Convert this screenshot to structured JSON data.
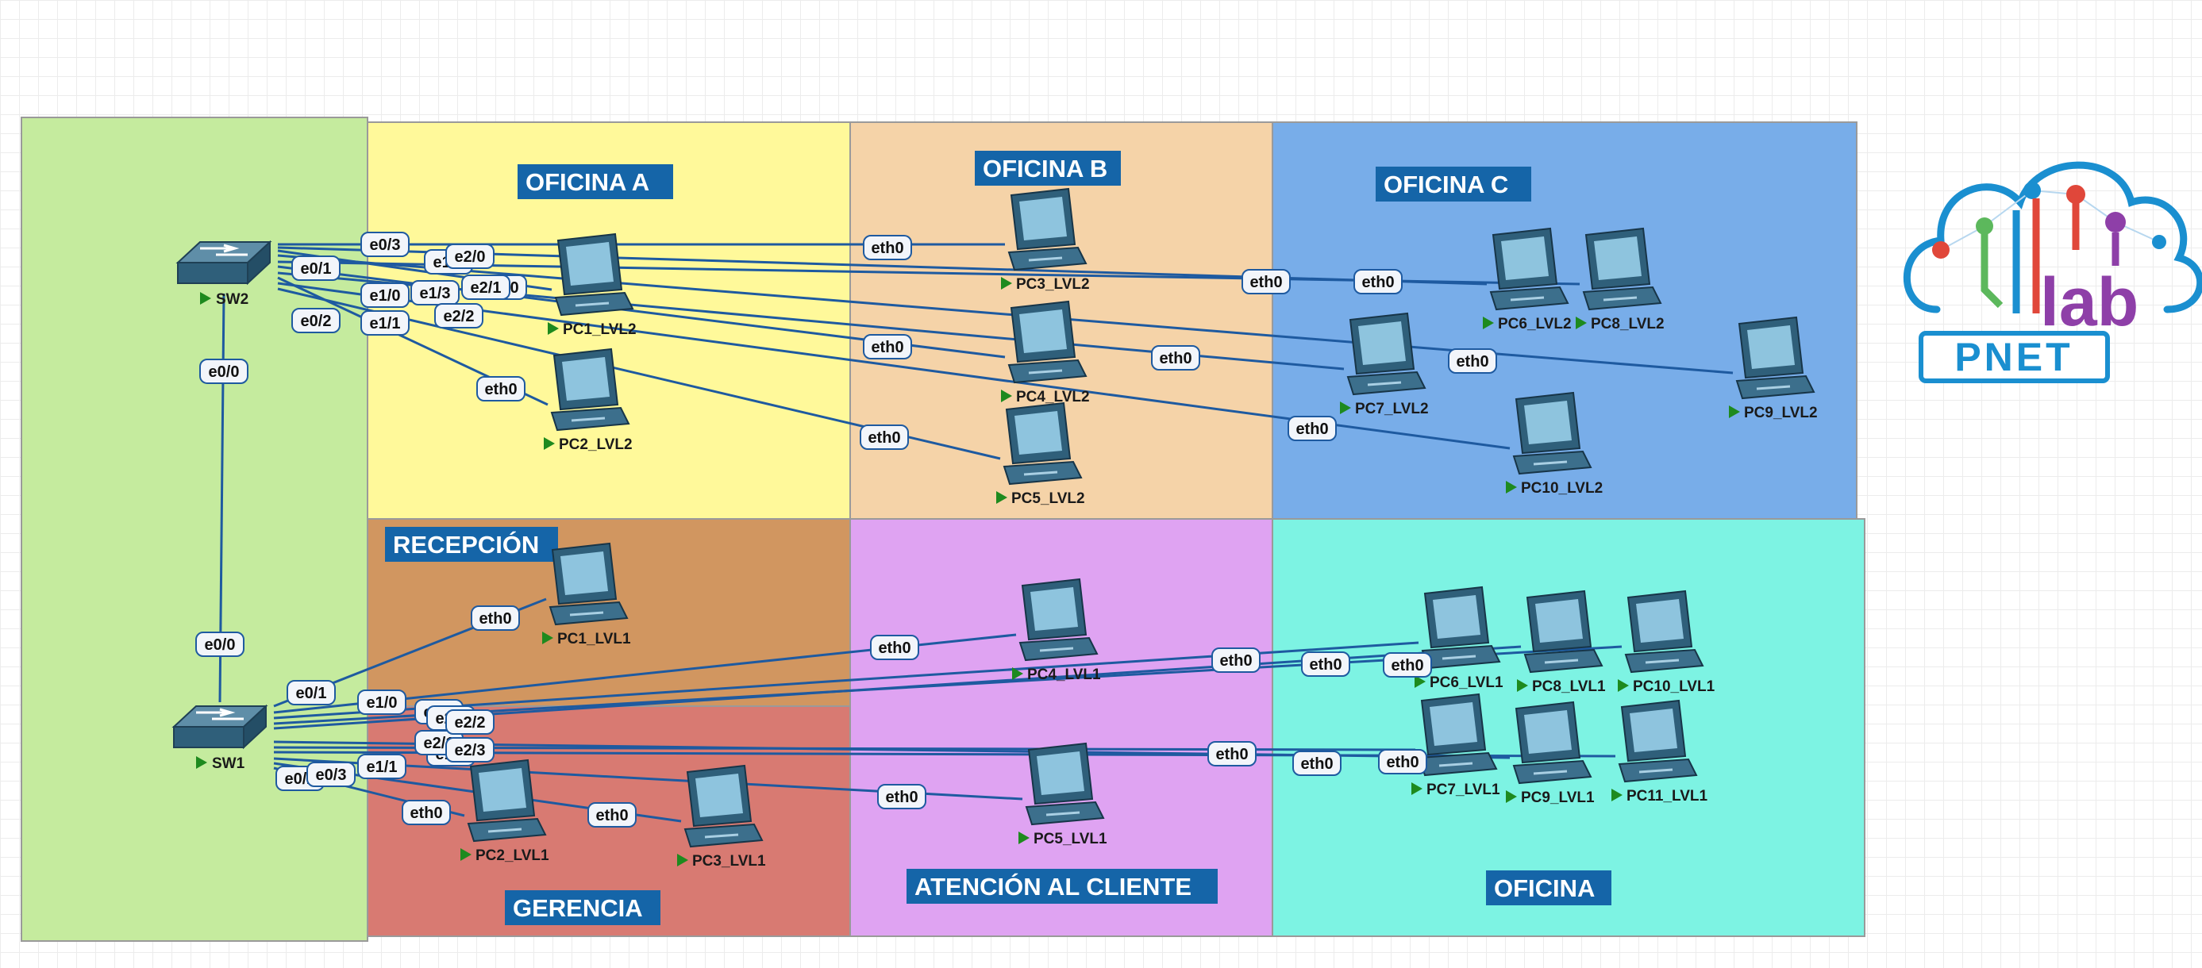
{
  "zones": [
    {
      "id": "sw",
      "label": "",
      "fill": "#c5eb9e"
    },
    {
      "id": "oficina_a",
      "label": "OFICINA A",
      "fill": "#fff99a"
    },
    {
      "id": "oficina_b",
      "label": "OFICINA B",
      "fill": "#f5d3a8"
    },
    {
      "id": "oficina_c",
      "label": "OFICINA  C",
      "fill": "#78ade9"
    },
    {
      "id": "recepcion",
      "label": "RECEPCIÓN",
      "fill": "#d19660"
    },
    {
      "id": "gerencia",
      "label": "GERENCIA",
      "fill": "#d87a72"
    },
    {
      "id": "atencion",
      "label": "ATENCIÓN AL CLIENTE",
      "fill": "#dfa3f2"
    },
    {
      "id": "oficina",
      "label": "OFICINA",
      "fill": "#7df3e3"
    }
  ],
  "switches": [
    {
      "id": "SW2",
      "name": "SW2"
    },
    {
      "id": "SW1",
      "name": "SW1"
    }
  ],
  "pcs": [
    {
      "id": "PC1_LVL2",
      "name": "PC1_LVL2"
    },
    {
      "id": "PC2_LVL2",
      "name": "PC2_LVL2"
    },
    {
      "id": "PC3_LVL2",
      "name": "PC3_LVL2"
    },
    {
      "id": "PC4_LVL2",
      "name": "PC4_LVL2"
    },
    {
      "id": "PC5_LVL2",
      "name": "PC5_LVL2"
    },
    {
      "id": "PC6_LVL2",
      "name": "PC6_LVL2"
    },
    {
      "id": "PC7_LVL2",
      "name": "PC7_LVL2"
    },
    {
      "id": "PC8_LVL2",
      "name": "PC8_LVL2"
    },
    {
      "id": "PC9_LVL2",
      "name": "PC9_LVL2"
    },
    {
      "id": "PC10_LVL2",
      "name": "PC10_LVL2"
    },
    {
      "id": "PC1_LVL1",
      "name": "PC1_LVL1"
    },
    {
      "id": "PC2_LVL1",
      "name": "PC2_LVL1"
    },
    {
      "id": "PC3_LVL1",
      "name": "PC3_LVL1"
    },
    {
      "id": "PC4_LVL1",
      "name": "PC4_LVL1"
    },
    {
      "id": "PC5_LVL1",
      "name": "PC5_LVL1"
    },
    {
      "id": "PC6_LVL1",
      "name": "PC6_LVL1"
    },
    {
      "id": "PC7_LVL1",
      "name": "PC7_LVL1"
    },
    {
      "id": "PC8_LVL1",
      "name": "PC8_LVL1"
    },
    {
      "id": "PC9_LVL1",
      "name": "PC9_LVL1"
    },
    {
      "id": "PC10_LVL1",
      "name": "PC10_LVL1"
    },
    {
      "id": "PC11_LVL1",
      "name": "PC11_LVL1"
    }
  ],
  "links": [
    {
      "a": "SW2",
      "b": "SW1",
      "port_a": "e0/0",
      "port_b": "e0/0"
    },
    {
      "a": "SW2",
      "b": "PC1_LVL2",
      "port_a": "e1/2",
      "port_b": "eth0"
    },
    {
      "a": "SW2",
      "b": "PC2_LVL2",
      "port_a": "e0/2",
      "port_b": "eth0"
    },
    {
      "a": "SW2",
      "b": "PC3_LVL2",
      "port_a": "e0/3",
      "port_b": "eth0"
    },
    {
      "a": "SW2",
      "b": "PC4_LVL2",
      "port_a": "e1/0",
      "port_b": "eth0"
    },
    {
      "a": "SW2",
      "b": "PC5_LVL2",
      "port_a": "e1/1",
      "port_b": "eth0"
    },
    {
      "a": "SW2",
      "b": "PC6_LVL2",
      "port_a": "e2/0",
      "port_b": "eth0"
    },
    {
      "a": "SW2",
      "b": "PC7_LVL2",
      "port_a": "e1/3",
      "port_b": "eth0"
    },
    {
      "a": "SW2",
      "b": "PC8_LVL2",
      "port_a": "e2/1",
      "port_b": "eth0"
    },
    {
      "a": "SW2",
      "b": "PC9_LVL2",
      "port_a": "e0/1",
      "port_b": "eth0"
    },
    {
      "a": "SW2",
      "b": "PC10_LVL2",
      "port_a": "e2/2",
      "port_b": "eth0"
    },
    {
      "a": "SW1",
      "b": "PC1_LVL1",
      "port_a": "e0/1",
      "port_b": "eth0"
    },
    {
      "a": "SW1",
      "b": "PC2_LVL1",
      "port_a": "e0/2",
      "port_b": "eth0"
    },
    {
      "a": "SW1",
      "b": "PC3_LVL1",
      "port_a": "e0/3",
      "port_b": "eth0"
    },
    {
      "a": "SW1",
      "b": "PC4_LVL1",
      "port_a": "e1/0",
      "port_b": "eth0"
    },
    {
      "a": "SW1",
      "b": "PC5_LVL1",
      "port_a": "e1/1",
      "port_b": "eth0"
    },
    {
      "a": "SW1",
      "b": "PC6_LVL1",
      "port_a": "e1/2",
      "port_b": "eth0"
    },
    {
      "a": "SW1",
      "b": "PC7_LVL1",
      "port_a": "e1/3",
      "port_b": "eth0"
    },
    {
      "a": "SW1",
      "b": "PC8_LVL1",
      "port_a": "e2/0",
      "port_b": "eth0"
    },
    {
      "a": "SW1",
      "b": "PC9_LVL1",
      "port_a": "e2/1",
      "port_b": "eth0"
    },
    {
      "a": "SW1",
      "b": "PC10_LVL1",
      "port_a": "e2/2",
      "port_b": "eth0"
    },
    {
      "a": "SW1",
      "b": "PC11_LVL1",
      "port_a": "e2/3",
      "port_b": "eth0"
    }
  ],
  "logo": {
    "text_lab": "lab",
    "text_brand": "PNET"
  },
  "colors": {
    "link": "#1e5aa0",
    "zone_label_bg": "#1565a8",
    "brand_blue": "#1a8fd0",
    "brand_red": "#e0473a",
    "brand_green": "#5cb85c",
    "brand_purple": "#8e3fa8"
  }
}
